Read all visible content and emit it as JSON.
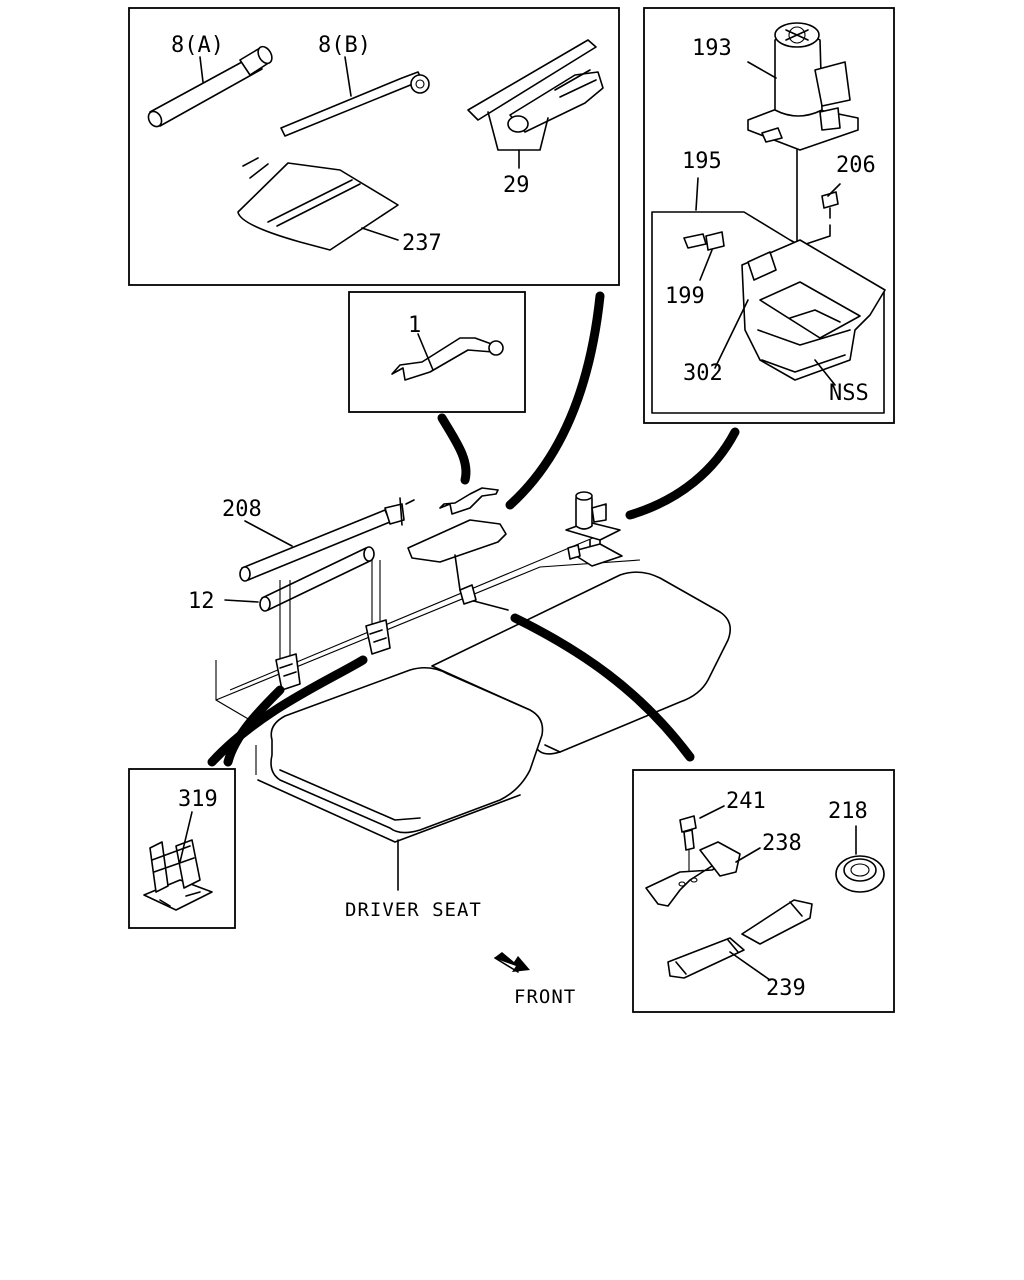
{
  "labels": {
    "l8a": "8(A)",
    "l8b": "8(B)",
    "l29": "29",
    "l237": "237",
    "l193": "193",
    "l195": "195",
    "l206": "206",
    "l199": "199",
    "l302": "302",
    "lnss": "NSS",
    "l1": "1",
    "l208": "208",
    "l12": "12",
    "l319": "319",
    "l241": "241",
    "l238": "238",
    "l218": "218",
    "l239": "239",
    "driver_seat": "DRIVER SEAT",
    "front": "FRONT"
  }
}
